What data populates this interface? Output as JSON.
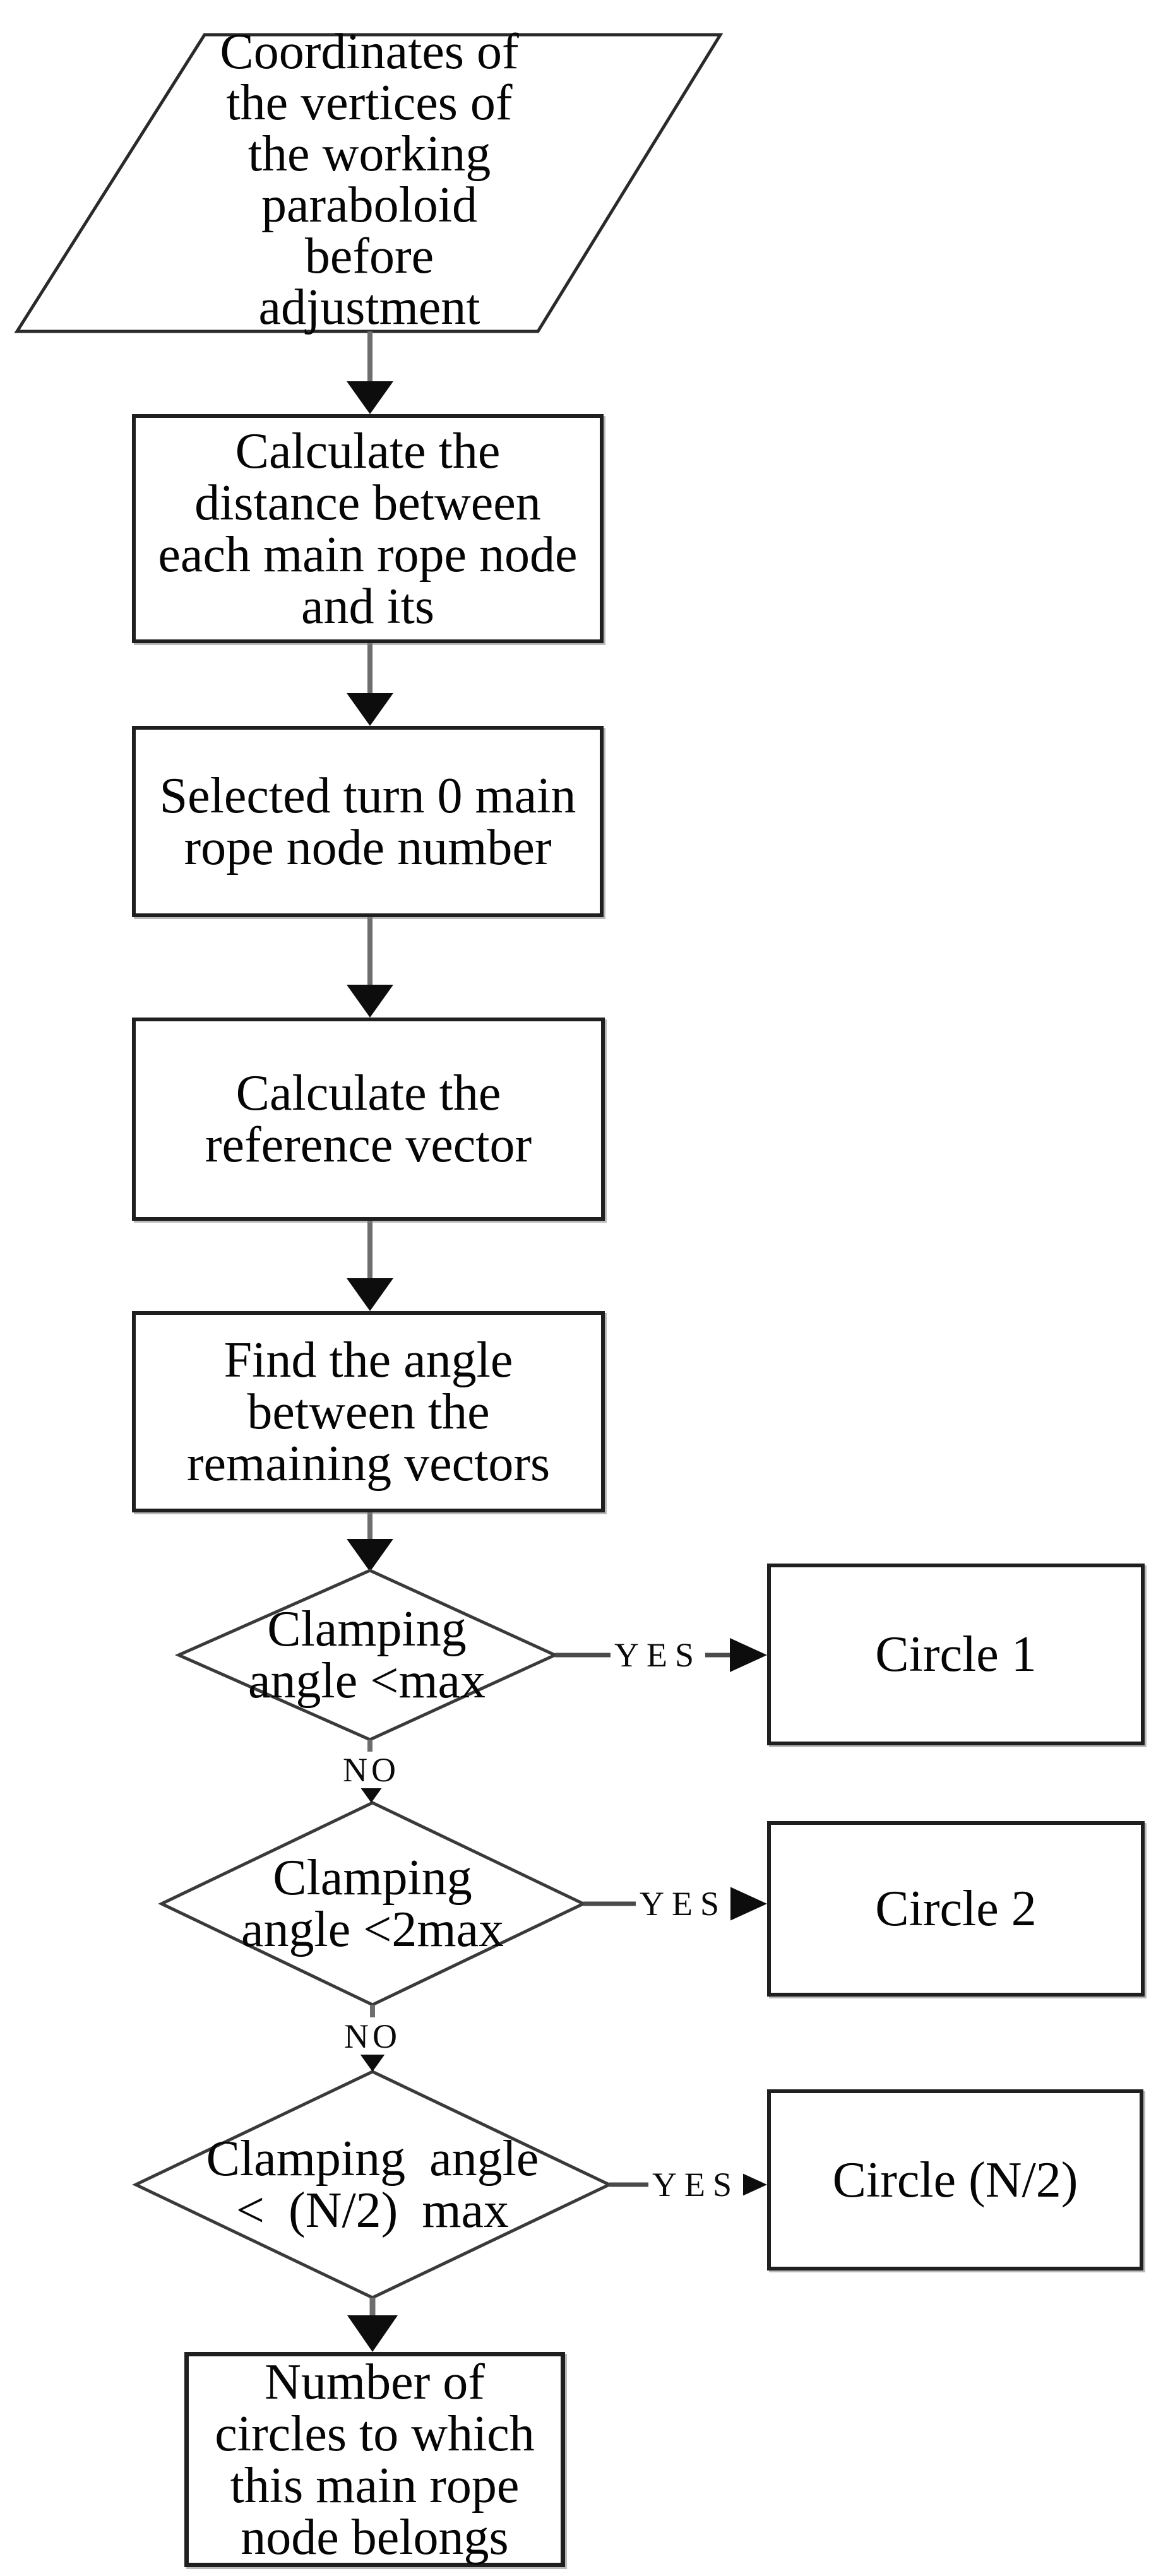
{
  "flowchart": {
    "nodes": {
      "input": {
        "text": "Coordinates of\nthe vertices of\nthe working\nparaboloid\nbefore\nadjustment"
      },
      "process1": {
        "text": "Calculate the\ndistance between\neach main rope node\nand its"
      },
      "process2": {
        "text": "Selected turn 0 main\nrope node number"
      },
      "process3": {
        "text": "Calculate the\nreference vector"
      },
      "process4": {
        "text": "Find the angle\nbetween the\nremaining vectors"
      },
      "decision1": {
        "text": "Clamping\nangle <max"
      },
      "decision2": {
        "text": "Clamping\nangle <2max"
      },
      "decision3": {
        "text": "Clamping angle\n< (N/2) max"
      },
      "result1": {
        "text": "Circle 1"
      },
      "result2": {
        "text": "Circle 2"
      },
      "result3": {
        "text": "Circle (N/2)"
      },
      "output": {
        "text": "Number of\ncircles to which\nthis main rope\nnode belongs"
      }
    },
    "labels": {
      "yes1": "YES",
      "yes2": "YES",
      "yes3": "YES",
      "no1": "NO",
      "no2": "NO"
    },
    "colors": {
      "shape_stroke": "#1f1f1f",
      "arrow_shaft": "#6e6e6e",
      "arrow_head": "#0d0d0d",
      "connector_line": "#4a4a4a",
      "text": "#050505",
      "background": "#ffffff"
    }
  }
}
